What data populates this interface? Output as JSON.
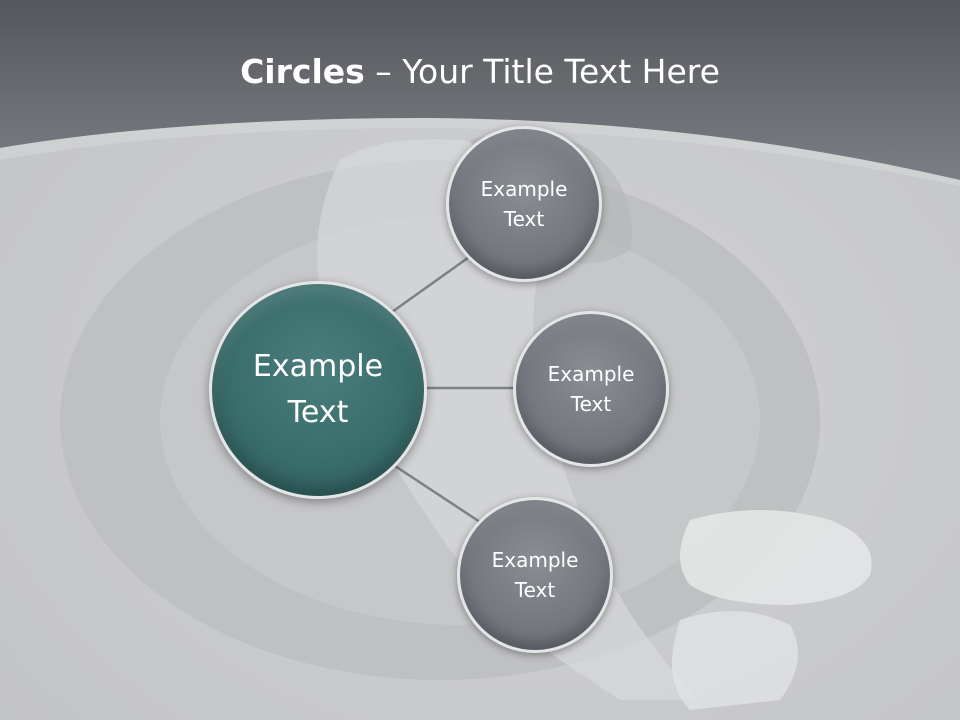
{
  "title": {
    "bold": "Circles",
    "rest": " – Your Title Text Here"
  },
  "center_node": {
    "line1": "Example",
    "line2": "Text"
  },
  "satellite_nodes": [
    {
      "line1": "Example",
      "line2": "Text"
    },
    {
      "line1": "Example",
      "line2": "Text"
    },
    {
      "line1": "Example",
      "line2": "Text"
    }
  ],
  "colors": {
    "center_fill": "#366a69",
    "satellite_fill": "#6f737a",
    "header_band": "#6c6e74",
    "connector": "#7d8086"
  }
}
